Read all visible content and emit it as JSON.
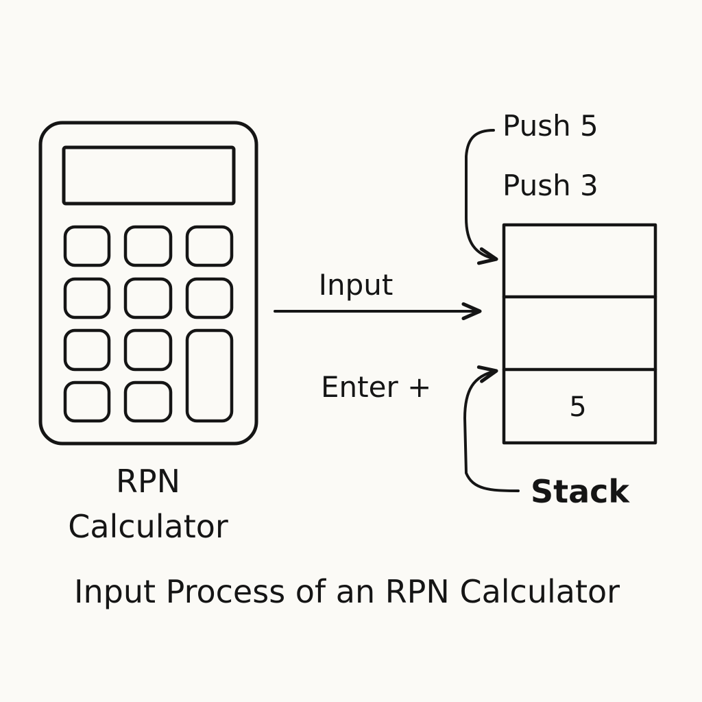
{
  "calculator": {
    "label_line1": "RPN",
    "label_line2": "Calculator"
  },
  "input_arrow_label": "Input",
  "enter_label": "Enter +",
  "push_labels": [
    "Push 5",
    "Push 3"
  ],
  "stack": {
    "cells": [
      "",
      "",
      "5"
    ],
    "label": "Stack"
  },
  "caption": "Input Process of an RPN Calculator",
  "colors": {
    "ink": "#151515",
    "background": "#fbfaf6"
  }
}
